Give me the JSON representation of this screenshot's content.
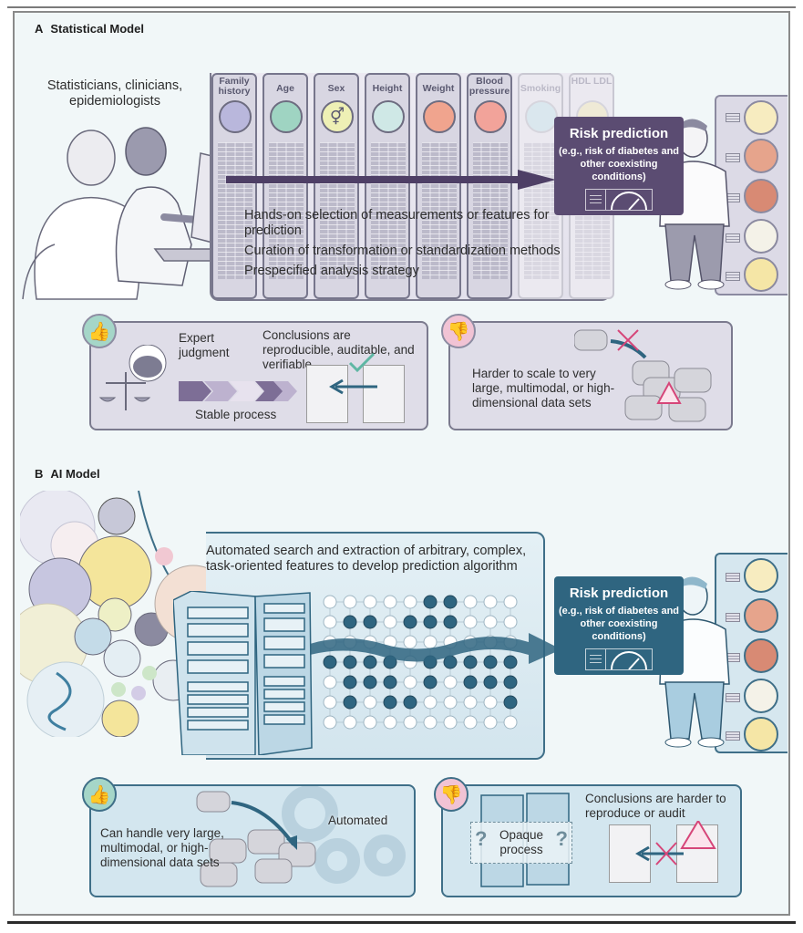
{
  "figure": {
    "panel_a": {
      "letter": "A",
      "title": "Statistical Model",
      "people_caption": "Statisticians, clinicians, epidemiologists",
      "features": [
        {
          "label": "Family history",
          "icon": "family-tree-icon",
          "icon_color": "#b9b7dc",
          "faded": false
        },
        {
          "label": "Age",
          "icon": "calendar-icon",
          "icon_color": "#9fd4c2",
          "faded": false
        },
        {
          "label": "Sex",
          "icon": "gender-symbols-icon",
          "icon_color": "#eef0b5",
          "faded": false
        },
        {
          "label": "Height",
          "icon": "height-ruler-icon",
          "icon_color": "#cfe8e6",
          "faded": false
        },
        {
          "label": "Weight",
          "icon": "scale-icon",
          "icon_color": "#f0a48e",
          "faded": false
        },
        {
          "label": "Blood pressure",
          "icon": "blood-pressure-cuff-icon",
          "icon_color": "#f2a39a",
          "faded": false
        },
        {
          "label": "Smoking",
          "icon": "cigarette-icon",
          "icon_color": "#cfe6ee",
          "faded": true
        },
        {
          "label": "HDL LDL",
          "icon": "cholesterol-icon",
          "icon_color": "#f3ecc6",
          "faded": true
        }
      ],
      "process_lines": [
        "Hands-on selection of measurements or features for prediction",
        "Curation of transformation or standardization methods",
        "Prespecified analysis strategy"
      ],
      "risk": {
        "title": "Risk prediction",
        "subtitle": "(e.g., risk of diabetes and other coexisting conditions)",
        "color": "#5b4c72"
      },
      "pro": {
        "icon": "thumbs-up-icon",
        "expert_label": "Expert judgment",
        "process_label": "Stable process",
        "conclusion": "Conclusions are reproducible, auditable, and verifiable"
      },
      "con": {
        "icon": "thumbs-down-icon",
        "text": "Harder to scale to very large, multimodal, or high-dimensional data sets"
      },
      "accent_color": "#5b4c72"
    },
    "panel_b": {
      "letter": "B",
      "title": "AI Model",
      "process_text": "Automated search and extraction of arbitrary, complex, task-oriented features to develop prediction algorithm",
      "risk": {
        "title": "Risk prediction",
        "subtitle": "(e.g., risk of diabetes and other coexisting conditions)",
        "color": "#2f6580"
      },
      "pro": {
        "icon": "thumbs-up-icon",
        "text": "Can handle very large, multimodal, or high-dimensional data sets",
        "automated_label": "Automated"
      },
      "con": {
        "icon": "thumbs-down-icon",
        "opaque_label": "Opaque process",
        "text": "Conclusions are harder to reproduce or audit"
      },
      "accent_color": "#2f6580"
    },
    "organs": [
      "eye-icon",
      "heart-icon",
      "blood-vessel-icon",
      "nerve-cell-icon",
      "pancreas-icon"
    ]
  }
}
